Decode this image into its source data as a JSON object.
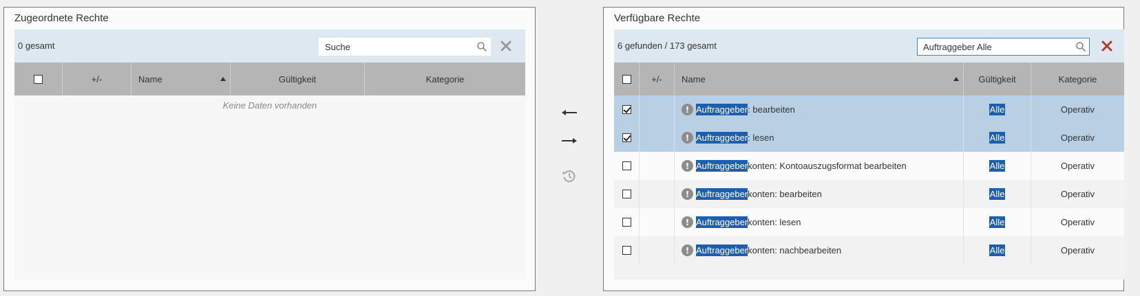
{
  "assigned": {
    "title": "Zugeordnete Rechte",
    "count": "0 gesamt",
    "search_value": "Suche",
    "columns": {
      "plusminus": "+/-",
      "name": "Name",
      "validity": "Gültigkeit",
      "category": "Kategorie"
    },
    "empty_text": "Keine Daten vorhanden"
  },
  "available": {
    "title": "Verfügbare Rechte",
    "count": "6 gefunden / 173 gesamt",
    "search_value": "Auftraggeber Alle",
    "columns": {
      "plusminus": "+/-",
      "name": "Name",
      "validity": "Gültigkeit",
      "category": "Kategorie"
    },
    "rows": [
      {
        "checked": true,
        "match": "Auftraggeber",
        "rest": ": bearbeiten",
        "validity": "Alle",
        "category": "Operativ"
      },
      {
        "checked": true,
        "match": "Auftraggeber",
        "rest": ": lesen",
        "validity": "Alle",
        "category": "Operativ"
      },
      {
        "checked": false,
        "match": "Auftraggeber",
        "rest": "konten: Kontoauszugsformat bearbeiten",
        "validity": "Alle",
        "category": "Operativ"
      },
      {
        "checked": false,
        "match": "Auftraggeber",
        "rest": "konten: bearbeiten",
        "validity": "Alle",
        "category": "Operativ"
      },
      {
        "checked": false,
        "match": "Auftraggeber",
        "rest": "konten: lesen",
        "validity": "Alle",
        "category": "Operativ"
      },
      {
        "checked": false,
        "match": "Auftraggeber",
        "rest": "konten: nachbearbeiten",
        "validity": "Alle",
        "category": "Operativ"
      }
    ]
  },
  "icons": {
    "warning": "!",
    "search": "search-icon",
    "clear": "close-icon",
    "move_left": "arrow-left-icon",
    "move_right": "arrow-right-icon",
    "reset": "history-icon"
  },
  "colors": {
    "highlight": "#1d5fae",
    "selected_row": "#b9cfe4",
    "clear_active": "#b03a2e",
    "clear_inactive": "#9a9a9a"
  }
}
